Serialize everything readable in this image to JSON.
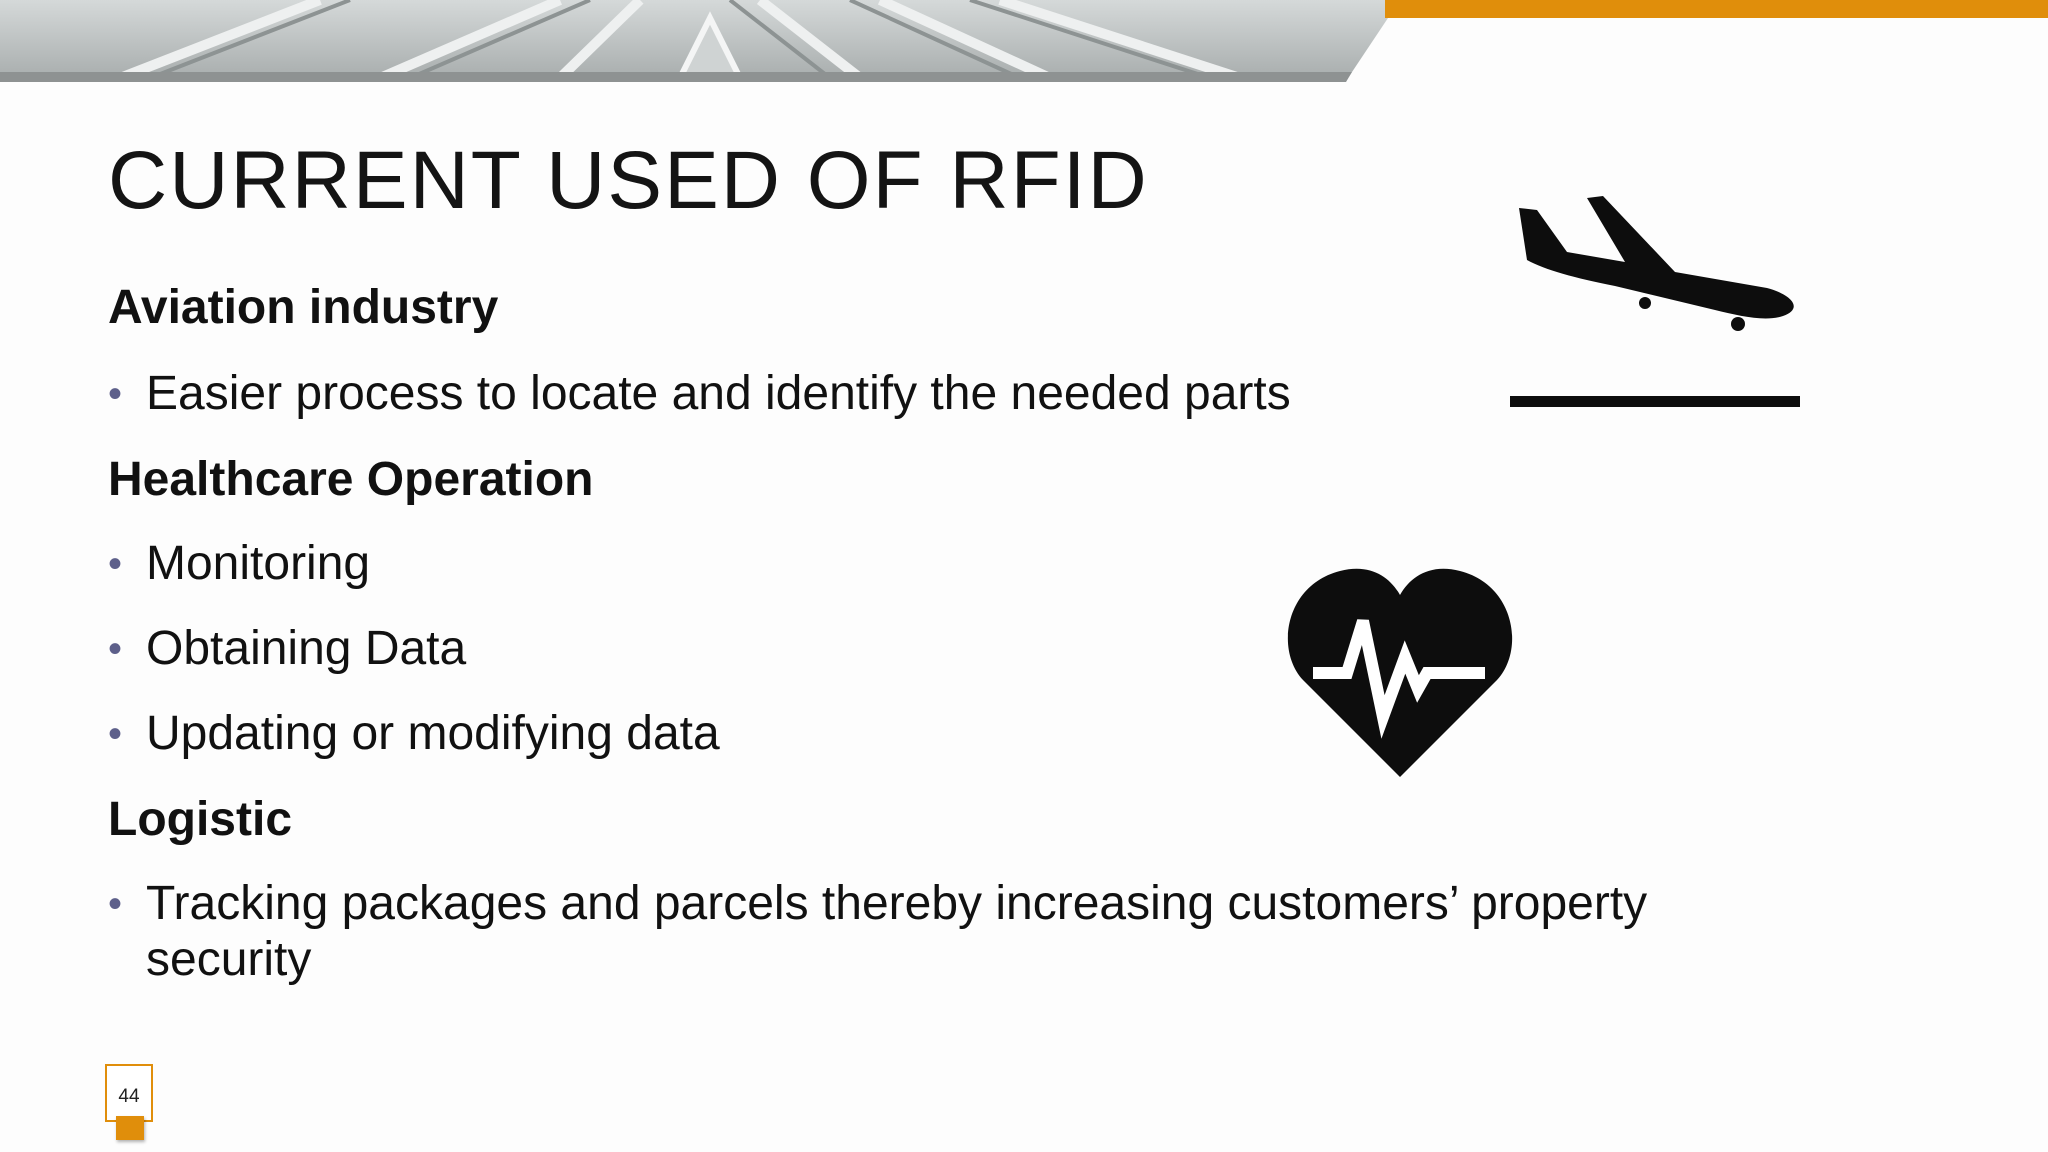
{
  "slide": {
    "title": "CURRENT USED OF RFID",
    "page_number": "44",
    "accent_color": "#e08e0b",
    "bullet_color": "#5d5f8a"
  },
  "sections": [
    {
      "heading": "Aviation industry",
      "bullets": [
        "Easier process to locate and identify the needed parts"
      ]
    },
    {
      "heading": "Healthcare Operation",
      "bullets": [
        "Monitoring",
        "Obtaining Data",
        "Updating or modifying data"
      ]
    },
    {
      "heading": "Logistic",
      "bullets": [
        "Tracking packages and parcels thereby increasing customers’ property security"
      ]
    }
  ],
  "icons": {
    "header_image": "architectural-roof-photo",
    "aviation": "airplane-landing-icon",
    "healthcare": "heart-pulse-icon"
  }
}
